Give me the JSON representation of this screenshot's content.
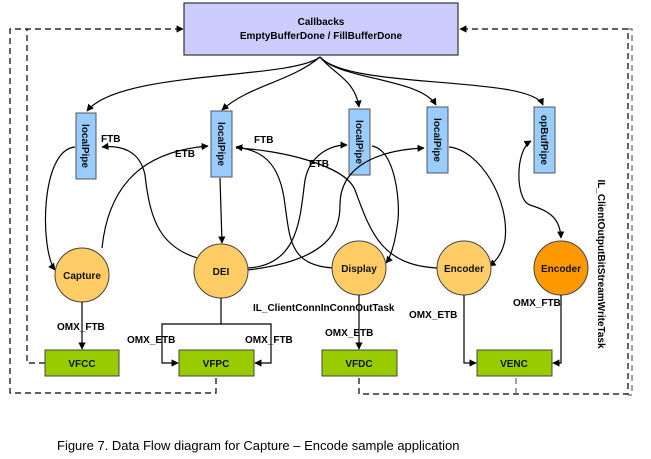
{
  "callbacks": {
    "line1": "Callbacks",
    "line2": "EmptyBufferDone / FillBufferDone",
    "color": "#ccccff"
  },
  "pipes": [
    {
      "id": "pipe-capture",
      "label": "localPipe"
    },
    {
      "id": "pipe-dei",
      "label": "localPipe"
    },
    {
      "id": "pipe-display",
      "label": "localPipe"
    },
    {
      "id": "pipe-encoder",
      "label": "localPipe"
    },
    {
      "id": "pipe-output",
      "label": "opBufPipe"
    }
  ],
  "pipe_color": "#99ccff",
  "nodes": [
    {
      "id": "capture",
      "label": "Capture",
      "color": "#ffcc66"
    },
    {
      "id": "dei",
      "label": "DEI",
      "color": "#ffcc66"
    },
    {
      "id": "display",
      "label": "Display",
      "color": "#ffcc66"
    },
    {
      "id": "encoder",
      "label": "Encoder",
      "color": "#ffcc66"
    },
    {
      "id": "encoder-out",
      "label": "Encoder",
      "color": "#ff9900"
    }
  ],
  "components": [
    {
      "id": "vfcc",
      "label": "VFCC"
    },
    {
      "id": "vfpc",
      "label": "VFPC"
    },
    {
      "id": "vfdc",
      "label": "VFDC"
    },
    {
      "id": "venc",
      "label": "VENC"
    }
  ],
  "component_color": "#99cc00",
  "edge_labels": {
    "ftb1": "FTB",
    "etb1": "ETB",
    "ftb2": "FTB",
    "etb2": "ETB",
    "capture_omx_ftb": "OMX_FTB",
    "dei_omx_etb": "OMX_ETB",
    "dei_omx_ftb": "OMX_FTB",
    "display_omx_etb": "OMX_ETB",
    "encoder_omx_etb": "OMX_ETB",
    "encoder_out_omx_ftb": "OMX_FTB"
  },
  "task_labels": {
    "connin_connout": "IL_ClientConnInConnOutTask",
    "output_bitstream": "IL_ClientOutputBitStreamWriteTask"
  },
  "caption": "Figure 7. Data Flow diagram for Capture – Encode sample application"
}
